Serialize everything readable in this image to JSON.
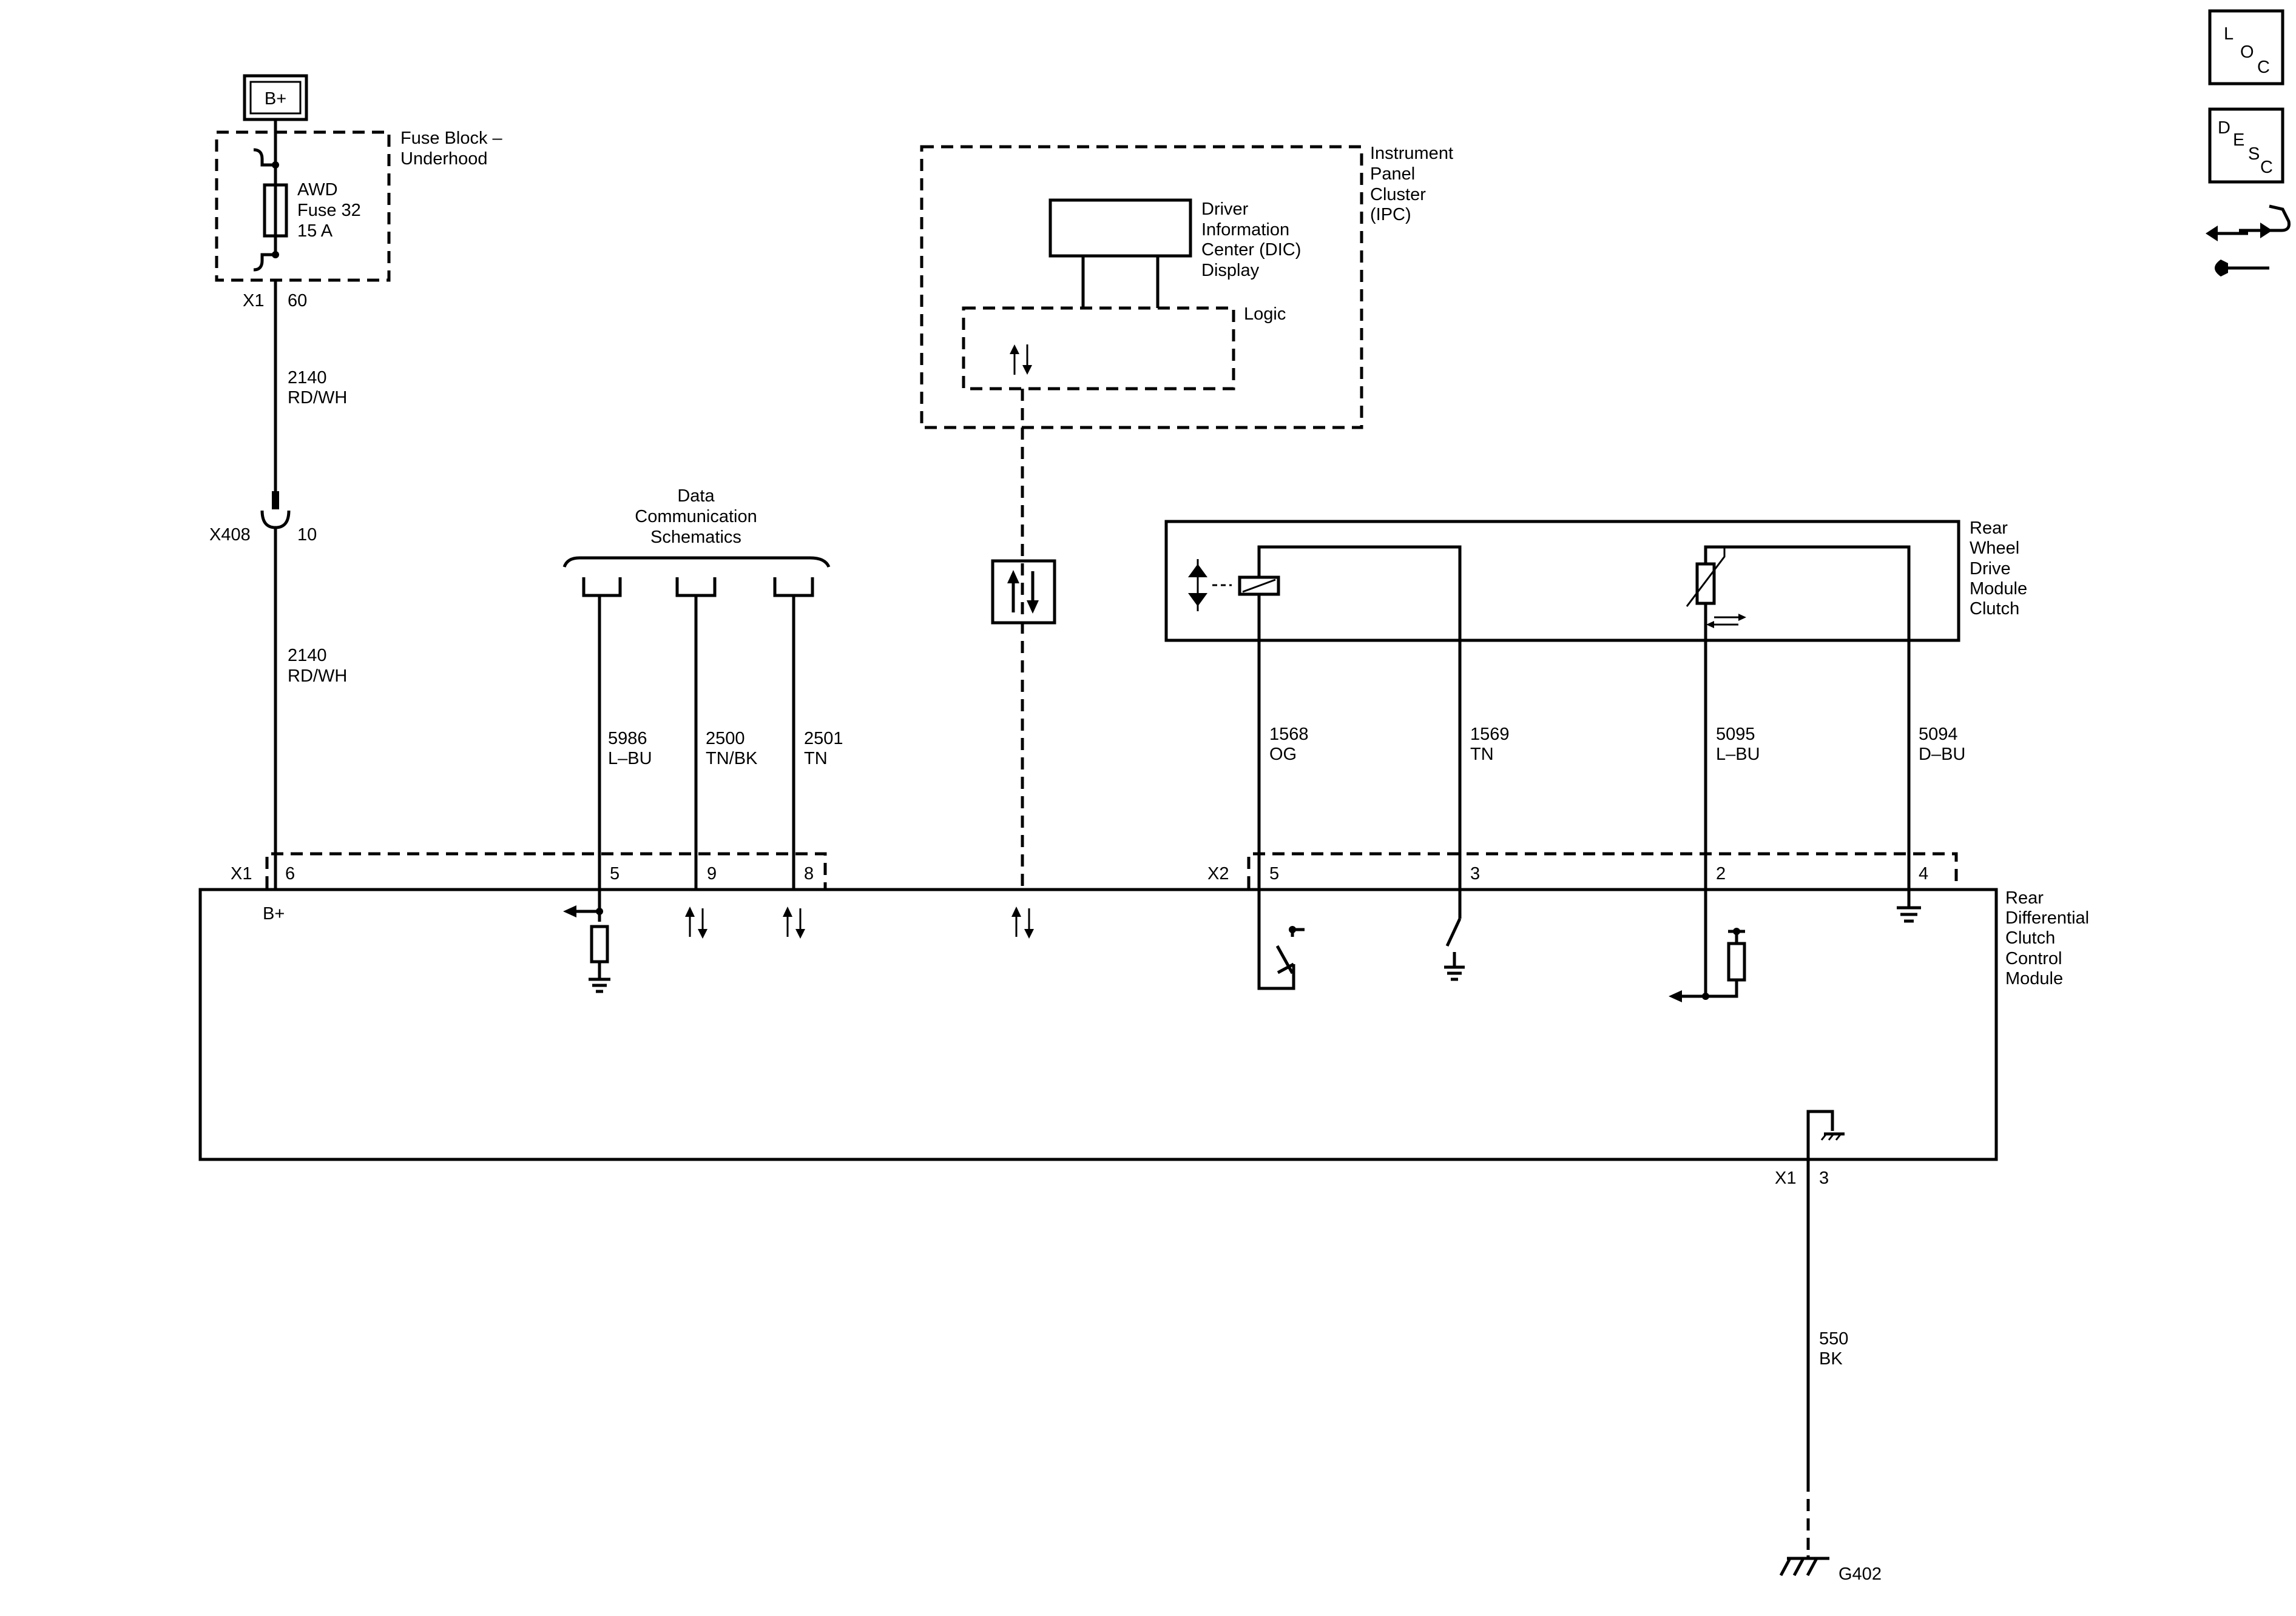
{
  "power": {
    "b_plus": "B+"
  },
  "fuse_block": {
    "name_line1": "Fuse Block –",
    "name_line2": "Underhood",
    "fuse_line1": "AWD",
    "fuse_line2": "Fuse 32",
    "fuse_line3": "15 A",
    "connector": "X1",
    "pin": "60"
  },
  "wires": {
    "w2140a": {
      "circuit": "2140",
      "color": "RD/WH"
    },
    "w2140b": {
      "circuit": "2140",
      "color": "RD/WH"
    },
    "w5986": {
      "circuit": "5986",
      "color": "L–BU"
    },
    "w2500": {
      "circuit": "2500",
      "color": "TN/BK"
    },
    "w2501": {
      "circuit": "2501",
      "color": "TN"
    },
    "w1568": {
      "circuit": "1568",
      "color": "OG"
    },
    "w1569": {
      "circuit": "1569",
      "color": "TN"
    },
    "w5095": {
      "circuit": "5095",
      "color": "L–BU"
    },
    "w5094": {
      "circuit": "5094",
      "color": "D–BU"
    },
    "w550": {
      "circuit": "550",
      "color": "BK"
    }
  },
  "inline_connector": {
    "name": "X408",
    "pin": "10"
  },
  "data_comm": {
    "line1": "Data",
    "line2": "Communication",
    "line3": "Schematics"
  },
  "ipc": {
    "name_line1": "Instrument",
    "name_line2": "Panel",
    "name_line3": "Cluster",
    "name_line4": "(IPC)",
    "dic_line1": "Driver",
    "dic_line2": "Information",
    "dic_line3": "Center (DIC)",
    "dic_line4": "Display",
    "logic": "Logic"
  },
  "clutch": {
    "line1": "Rear",
    "line2": "Wheel",
    "line3": "Drive",
    "line4": "Module",
    "line5": "Clutch"
  },
  "module": {
    "line1": "Rear",
    "line2": "Differential",
    "line3": "Clutch",
    "line4": "Control",
    "line5": "Module",
    "x1": "X1",
    "x2": "X2",
    "b_plus": "B+",
    "pin_6": "6",
    "pin_5": "5",
    "pin_9": "9",
    "pin_8": "8",
    "x2_pin_5": "5",
    "x2_pin_3": "3",
    "x2_pin_2": "2",
    "x2_pin_4": "4",
    "ground_connector": "X1",
    "ground_pin": "3"
  },
  "ground": {
    "name": "G402"
  },
  "side_icons": {
    "loc": {
      "l": "L",
      "o": "O",
      "c": "C",
      "icon": "location-icon"
    },
    "desc": {
      "d": "D",
      "e": "E",
      "s": "S",
      "c": "C",
      "icon": "description-icon"
    },
    "tools": {
      "icon": "repair-tools-icon"
    }
  }
}
